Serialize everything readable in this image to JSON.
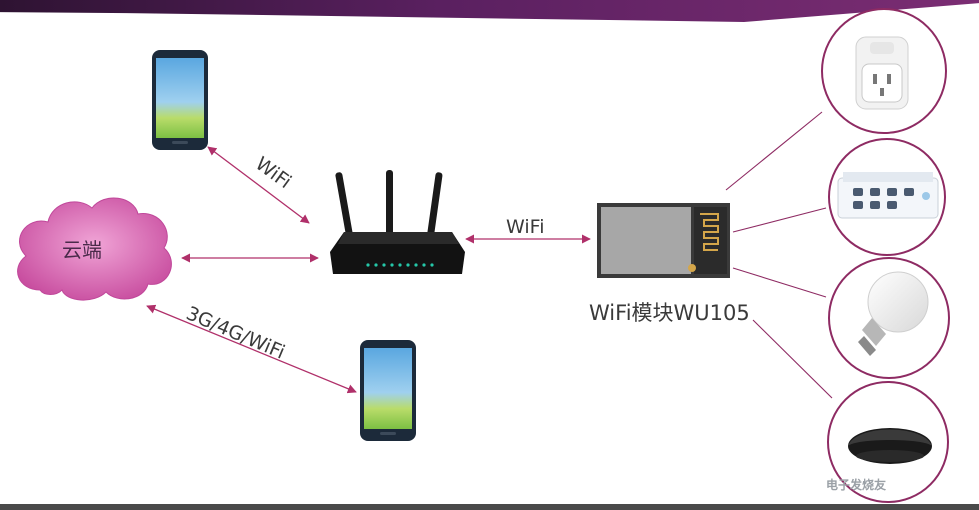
{
  "cloud": {
    "label": "云端"
  },
  "links": {
    "phone_router": "WiFi",
    "router_module": "WiFi",
    "cloud_phone": "3G/4G/WiFi"
  },
  "module": {
    "label": "WiFi模块WU105"
  },
  "watermark": "电子发烧友",
  "colors": {
    "accent": "#7b2d73",
    "circle_border": "#8e2b63",
    "link_line": "#b0306a",
    "cloud_fill": "#cf5aa6"
  },
  "icons": [
    "phone",
    "router",
    "wifi-module",
    "smart-plug",
    "power-strip",
    "led-bulb",
    "ir-remote-hub"
  ]
}
